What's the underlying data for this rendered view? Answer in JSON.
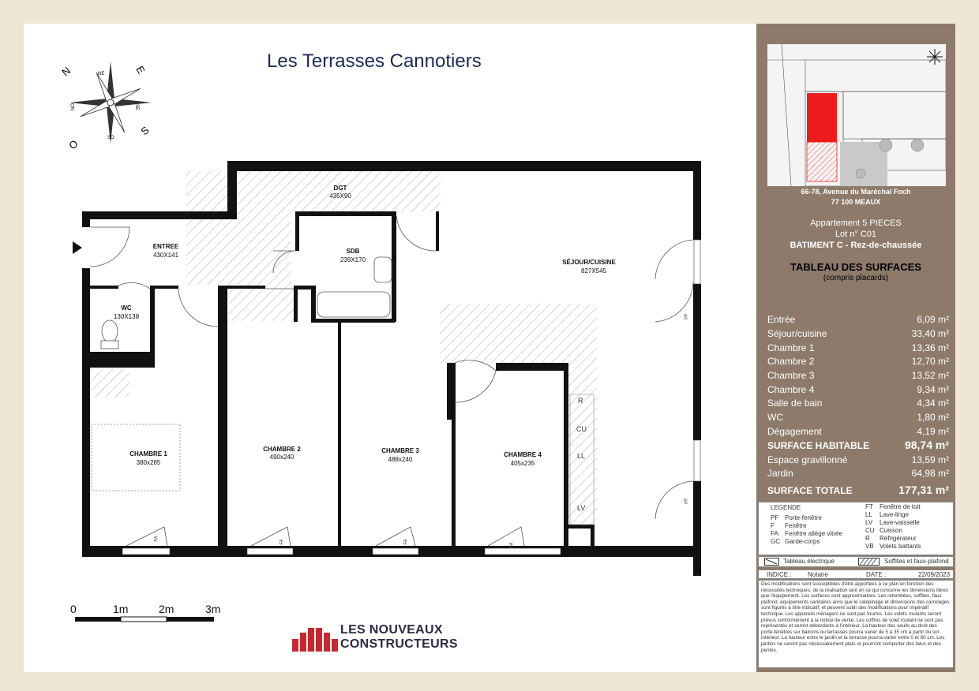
{
  "title": "Les Terrasses Cannotiers",
  "compass": {
    "N": "N",
    "E": "E",
    "S": "S",
    "O": "O",
    "NE": "NE",
    "SE": "SE",
    "SO": "SO",
    "NO": "NO"
  },
  "rooms": [
    {
      "id": "entree",
      "name": "ENTREE",
      "dim": "430X141"
    },
    {
      "id": "dgt",
      "name": "DGT",
      "dim": "435X90"
    },
    {
      "id": "sdb",
      "name": "SDB",
      "dim": "239X170"
    },
    {
      "id": "sejour",
      "name": "SÉJOUR/CUISINE",
      "dim": "827X545"
    },
    {
      "id": "wc",
      "name": "WC",
      "dim": "130X138"
    },
    {
      "id": "chambre1",
      "name": "CHAMBRE 1",
      "dim": "380x285"
    },
    {
      "id": "chambre2",
      "name": "CHAMBRE 2",
      "dim": "490x240"
    },
    {
      "id": "chambre3",
      "name": "CHAMBRE 3",
      "dim": "488x240"
    },
    {
      "id": "chambre4",
      "name": "CHAMBRE 4",
      "dim": "405x235"
    }
  ],
  "equipment_labels": {
    "r": "R",
    "cu": "CU",
    "ll": "LL",
    "lv": "LV",
    "pf": "PF",
    "fa": "FA"
  },
  "scale": {
    "labels": [
      "0",
      "1m",
      "2m",
      "3m"
    ]
  },
  "logo": {
    "line1": "LES NOUVEAUX",
    "line2": "CONSTRUCTEURS",
    "color": "#c8272e"
  },
  "sidebar": {
    "address_line1": "66-78, Avenue du Maréchal Foch",
    "address_line2": "77 100 MEAUX",
    "apartment": "Appartement 5 PIECES",
    "lot": "Lot n° C01",
    "building": "BATIMENT C - Rez-de-chaussée",
    "table_title": "TABLEAU DES SURFACES",
    "table_subtitle": "(compris placards)",
    "surfaces": [
      {
        "label": "Entrée",
        "value": "6,09 m²"
      },
      {
        "label": "Séjour/cuisine",
        "value": "33,40 m²"
      },
      {
        "label": "Chambre 1",
        "value": "13,36 m²"
      },
      {
        "label": "Chambre 2",
        "value": "12,70 m²"
      },
      {
        "label": "Chambre 3",
        "value": "13,52 m²"
      },
      {
        "label": "Chambre 4",
        "value": "9,34 m²"
      },
      {
        "label": "Salle de bain",
        "value": "4,34 m²"
      },
      {
        "label": "WC",
        "value": "1,80 m²"
      },
      {
        "label": "Dégagement",
        "value": "4,19 m²"
      },
      {
        "label": "SURFACE HABITABLE",
        "value": "98,74 m²"
      },
      {
        "label": "Espace gravillonné",
        "value": "13,59 m²"
      },
      {
        "label": "Jardin",
        "value": "64,98 m²"
      },
      {
        "label": "SURFACE TOTALE",
        "value": "177,31 m²"
      }
    ],
    "legend_title": "LEGENDE",
    "legend_left": [
      {
        "code": "PF",
        "text": "Porte-fenêtre"
      },
      {
        "code": "F",
        "text": "Fenêtre"
      },
      {
        "code": "FA",
        "text": "Fenêtre allège vitrée"
      },
      {
        "code": "GC",
        "text": "Garde-corps"
      }
    ],
    "legend_right": [
      {
        "code": "FT",
        "text": "Fenêtre de toit"
      },
      {
        "code": "LL",
        "text": "Lave-linge"
      },
      {
        "code": "LV",
        "text": "Lave-vaisselle"
      },
      {
        "code": "CU",
        "text": "Cuisson"
      },
      {
        "code": "R",
        "text": "Réfrigérateur"
      },
      {
        "code": "VB",
        "text": "Volets battants"
      }
    ],
    "legend_electric": "Tableau électrique",
    "legend_soffit": "Soffites et faux-plafond",
    "index_label": "INDICE :",
    "index_value": "Notaire",
    "date_label": "DATE :",
    "date_value": "22/09/2023",
    "disclaimer": "Des modifications sont susceptibles d'être apportées à ce plan en fonction des nécessités techniques, de la réalisation tant en ce qui concerne les dimensions libres que l'équipement. Les surfaces sont approximatives. Les retombées, soffites, faux plafond, équipements sanitaires ainsi que le calepinage et dimensions des carrelages sont figurés à titre indicatif, et peuvent subir des modifications pour impératif technique. Les appareils ménagers ne sont pas fournis. Les volets roulants seront prévus conformément à la notice de vente. Les coffres de volet roulant ne sont pas représentés et seront débordants à l'intérieur. La hauteur des seuils au droit des porte-fenêtres sur balcons ou terrasses pourra varier de 5 à 35 cm à partir du sol intérieur. La hauteur entre le jardin et la terrasse pourra varier entre 0 et 60 cm. Les jardins ne seront pas nécessairement plats et pourront comporter des talus et des pentes.",
    "highlight_color": "#ee1c1c"
  }
}
